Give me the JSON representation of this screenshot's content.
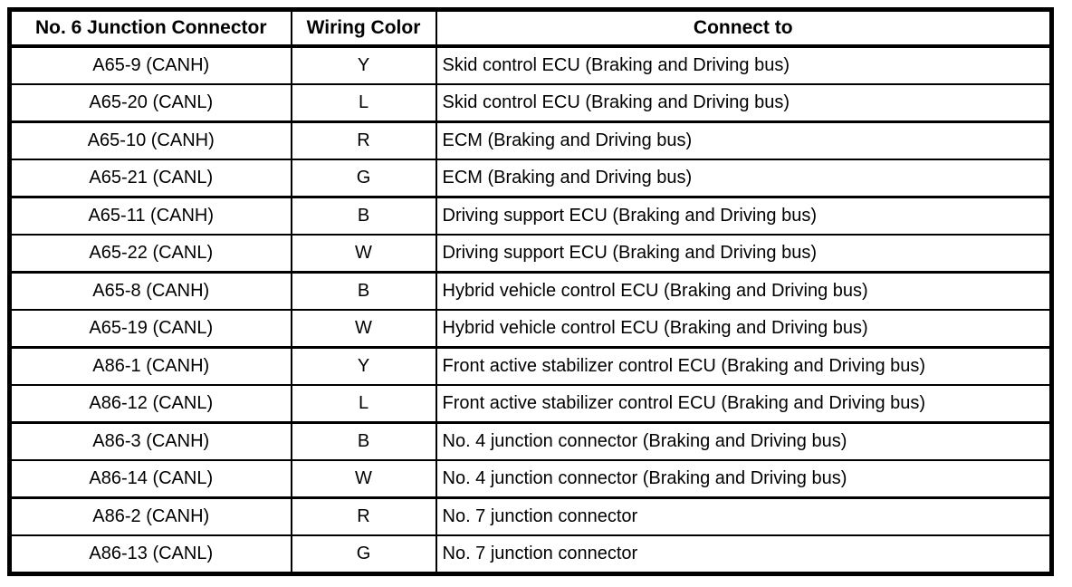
{
  "colors": {
    "border": "#000000",
    "text": "#000000",
    "background": "#ffffff"
  },
  "table": {
    "columns": [
      {
        "id": "connector",
        "label": "No. 6 Junction Connector"
      },
      {
        "id": "wiring_color",
        "label": "Wiring Color"
      },
      {
        "id": "connect_to",
        "label": "Connect to"
      }
    ],
    "rows": [
      {
        "connector": "A65-9 (CANH)",
        "wiring_color": "Y",
        "connect_to": "Skid control ECU (Braking and Driving bus)"
      },
      {
        "connector": "A65-20 (CANL)",
        "wiring_color": "L",
        "connect_to": "Skid control ECU (Braking and Driving bus)"
      },
      {
        "connector": "A65-10 (CANH)",
        "wiring_color": "R",
        "connect_to": "ECM (Braking and Driving bus)"
      },
      {
        "connector": "A65-21 (CANL)",
        "wiring_color": "G",
        "connect_to": "ECM (Braking and Driving bus)"
      },
      {
        "connector": "A65-11 (CANH)",
        "wiring_color": "B",
        "connect_to": "Driving support ECU (Braking and Driving bus)"
      },
      {
        "connector": "A65-22 (CANL)",
        "wiring_color": "W",
        "connect_to": "Driving support ECU (Braking and Driving bus)"
      },
      {
        "connector": "A65-8 (CANH)",
        "wiring_color": "B",
        "connect_to": "Hybrid vehicle control ECU (Braking and Driving bus)"
      },
      {
        "connector": "A65-19 (CANL)",
        "wiring_color": "W",
        "connect_to": "Hybrid vehicle control ECU (Braking and Driving bus)"
      },
      {
        "connector": "A86-1 (CANH)",
        "wiring_color": "Y",
        "connect_to": "Front active stabilizer control ECU (Braking and Driving bus)"
      },
      {
        "connector": "A86-12 (CANL)",
        "wiring_color": "L",
        "connect_to": "Front active stabilizer control ECU (Braking and Driving bus)"
      },
      {
        "connector": "A86-3 (CANH)",
        "wiring_color": "B",
        "connect_to": "No. 4 junction connector (Braking and Driving bus)"
      },
      {
        "connector": "A86-14 (CANL)",
        "wiring_color": "W",
        "connect_to": "No. 4 junction connector (Braking and Driving bus)"
      },
      {
        "connector": "A86-2 (CANH)",
        "wiring_color": "R",
        "connect_to": "No. 7 junction connector"
      },
      {
        "connector": "A86-13 (CANL)",
        "wiring_color": "G",
        "connect_to": "No. 7 junction connector"
      }
    ]
  }
}
